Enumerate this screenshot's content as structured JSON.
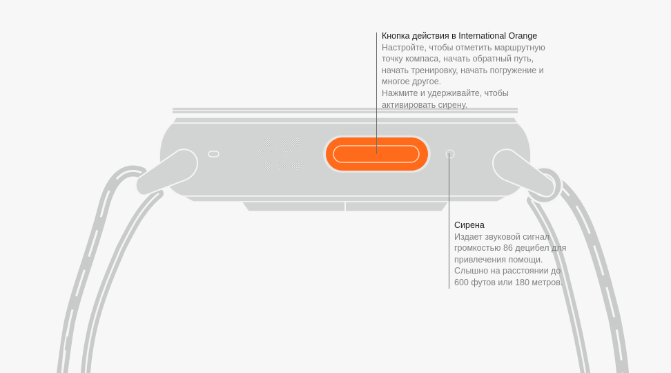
{
  "colors": {
    "background": "#f7f7f7",
    "case": "#d2d3d3",
    "case_outline": "#f5f5f5",
    "strap": "#c9cbca",
    "action_button": "#ff6b1a",
    "action_button_ring": "#e6e6e6",
    "title_text": "#1d1d1f",
    "body_text": "#808080",
    "leader_line": "#6e6e73"
  },
  "callouts": {
    "action_button": {
      "title": "Кнопка действия в International Orange",
      "lines": [
        "Настройте, чтобы отметить маршрутную",
        "точку компаса, начать обратный путь,",
        "начать тренировку, начать погружение и",
        "многое другое.",
        "Нажмите и удерживайте, чтобы",
        "активировать сирену."
      ]
    },
    "siren": {
      "title": "Сирена",
      "lines": [
        "Издает звуковой сигнал",
        "громкостью 86 децибел для",
        "привлечения помощи.",
        "Слышно на расстоянии до",
        "600 футов или 180 метров."
      ]
    }
  },
  "icons": {
    "speaker_grille": "speaker-grille-icon",
    "siren_port": "siren-port-icon",
    "microphone": "microphone-port-icon"
  }
}
